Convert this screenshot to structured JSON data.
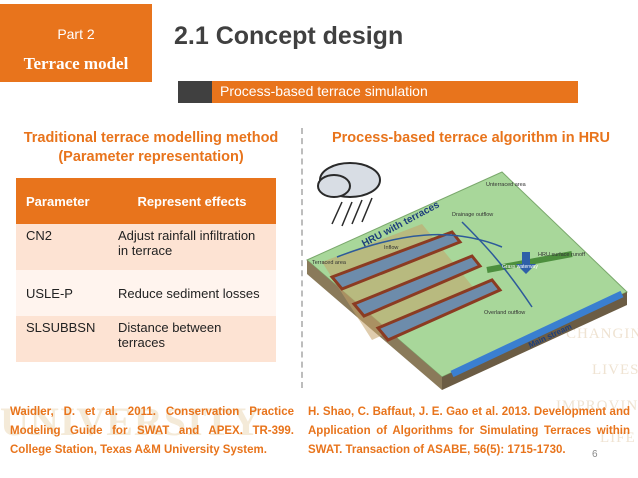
{
  "header": {
    "part_label": "Part 2",
    "section_label": "Terrace model",
    "title": "2.1 Concept design",
    "subtitle": "Process-based terrace simulation"
  },
  "left": {
    "heading_line1": "Traditional terrace modelling method",
    "heading_line2": "(Parameter representation)",
    "table": {
      "headers": [
        "Parameter",
        "Represent effects"
      ],
      "rows": [
        [
          "CN2",
          "Adjust rainfall infiltration in terrace"
        ],
        [
          "USLE-P",
          "Reduce sediment losses"
        ],
        [
          "SLSUBBSN",
          "Distance between terraces"
        ]
      ]
    },
    "citation": "Waidler, D. et al. 2011. Conservation Practice Modeling Guide for SWAT and APEX. TR-399. College Station, Texas A&M University System."
  },
  "right": {
    "heading": "Process-based terrace algorithm in HRU",
    "diagram_labels": {
      "hru_with_terraces": "HRU with terraces",
      "unterraced_area": "Unterraced area",
      "terraced_area": "Terraced area",
      "drainage_outflow": "Drainage outflow",
      "inflow": "Inflow",
      "hru_surface_runoff": "HRU surface runoff",
      "grass_waterway": "Grass waterway",
      "overland_outflow": "Overland outflow",
      "main_stream": "Main stream"
    },
    "citation": "H. Shao, C. Baffaut, J. E. Gao et al. 2013. Development and Application of Algorithms for Simulating Terraces within SWAT. Transaction of ASABE, 56(5): 1715-1730."
  },
  "watermark": {
    "university": "UNIVERSITY",
    "changing": "CHANGING",
    "lives": "LIVES",
    "improving": "IMPROVING",
    "life": "LIFE"
  },
  "page_number": "6",
  "colors": {
    "accent": "#e8741c",
    "dark": "#404040"
  }
}
